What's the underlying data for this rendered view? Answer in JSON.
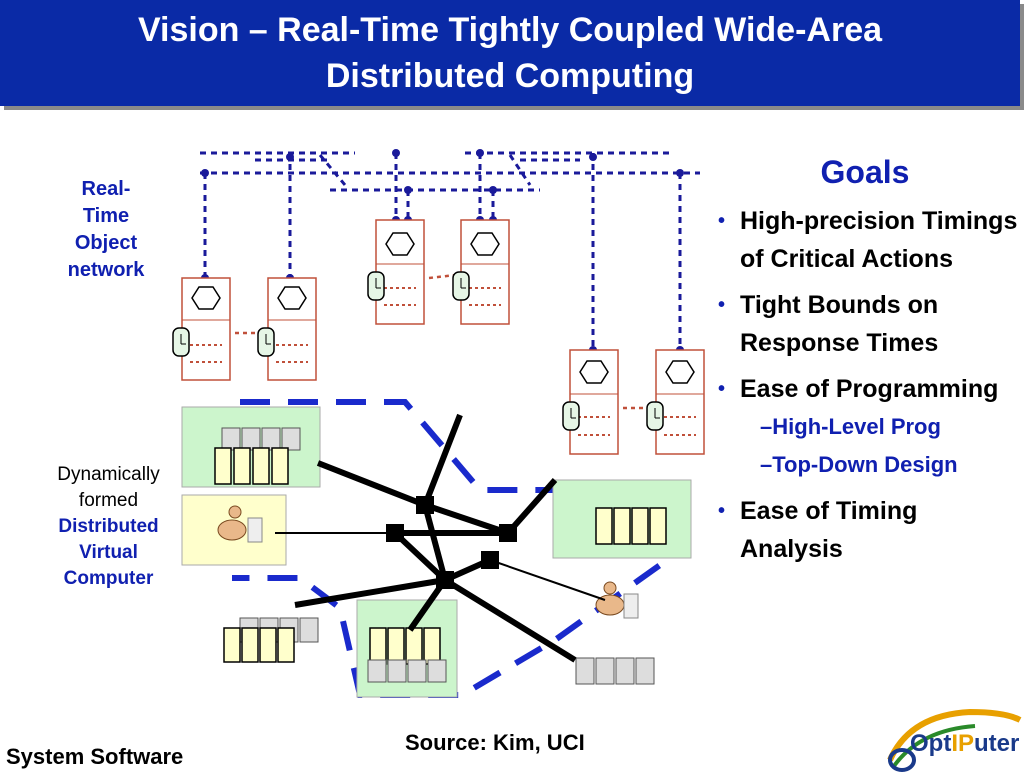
{
  "title": {
    "line1": "Vision – Real-Time Tightly Coupled Wide-Area",
    "line2": "Distributed Computing"
  },
  "left_labels": {
    "rt_object_network": [
      "Real-",
      "Time",
      "Object",
      "network"
    ],
    "dvc_line1": "Dynamically",
    "dvc_line2": "formed",
    "dvc_line3": "Distributed",
    "dvc_line4": "Virtual",
    "dvc_line5": "Computer"
  },
  "goals": {
    "title": "Goals",
    "items": [
      {
        "text": "High-precision Timings of Critical Actions"
      },
      {
        "text": "Tight Bounds on Response Times"
      },
      {
        "text": "Ease of Programming"
      },
      {
        "text": "High-Level Prog",
        "sub": true
      },
      {
        "text": "Top-Down Design",
        "sub": true
      },
      {
        "text": "Ease of Timing Analysis"
      }
    ],
    "bullet": "•",
    "dash": "–"
  },
  "footer": {
    "left": "System Software",
    "source": "Source: Kim, UCI"
  },
  "logo": {
    "opt": "Opt",
    "ip": "IP",
    "uter": "uter"
  },
  "colors": {
    "title_bg": "#0a2aa6",
    "accent_blue": "#1020b0",
    "network_line": "#1a1a9a",
    "object_border": "#c0503a",
    "node_bg": "#ccf5cc",
    "dashed_boundary": "#1a2acc"
  },
  "icons": [
    "hexagon-icon",
    "clock-icon",
    "server-rack-icon",
    "disk-array-icon",
    "person-at-computer-icon"
  ]
}
